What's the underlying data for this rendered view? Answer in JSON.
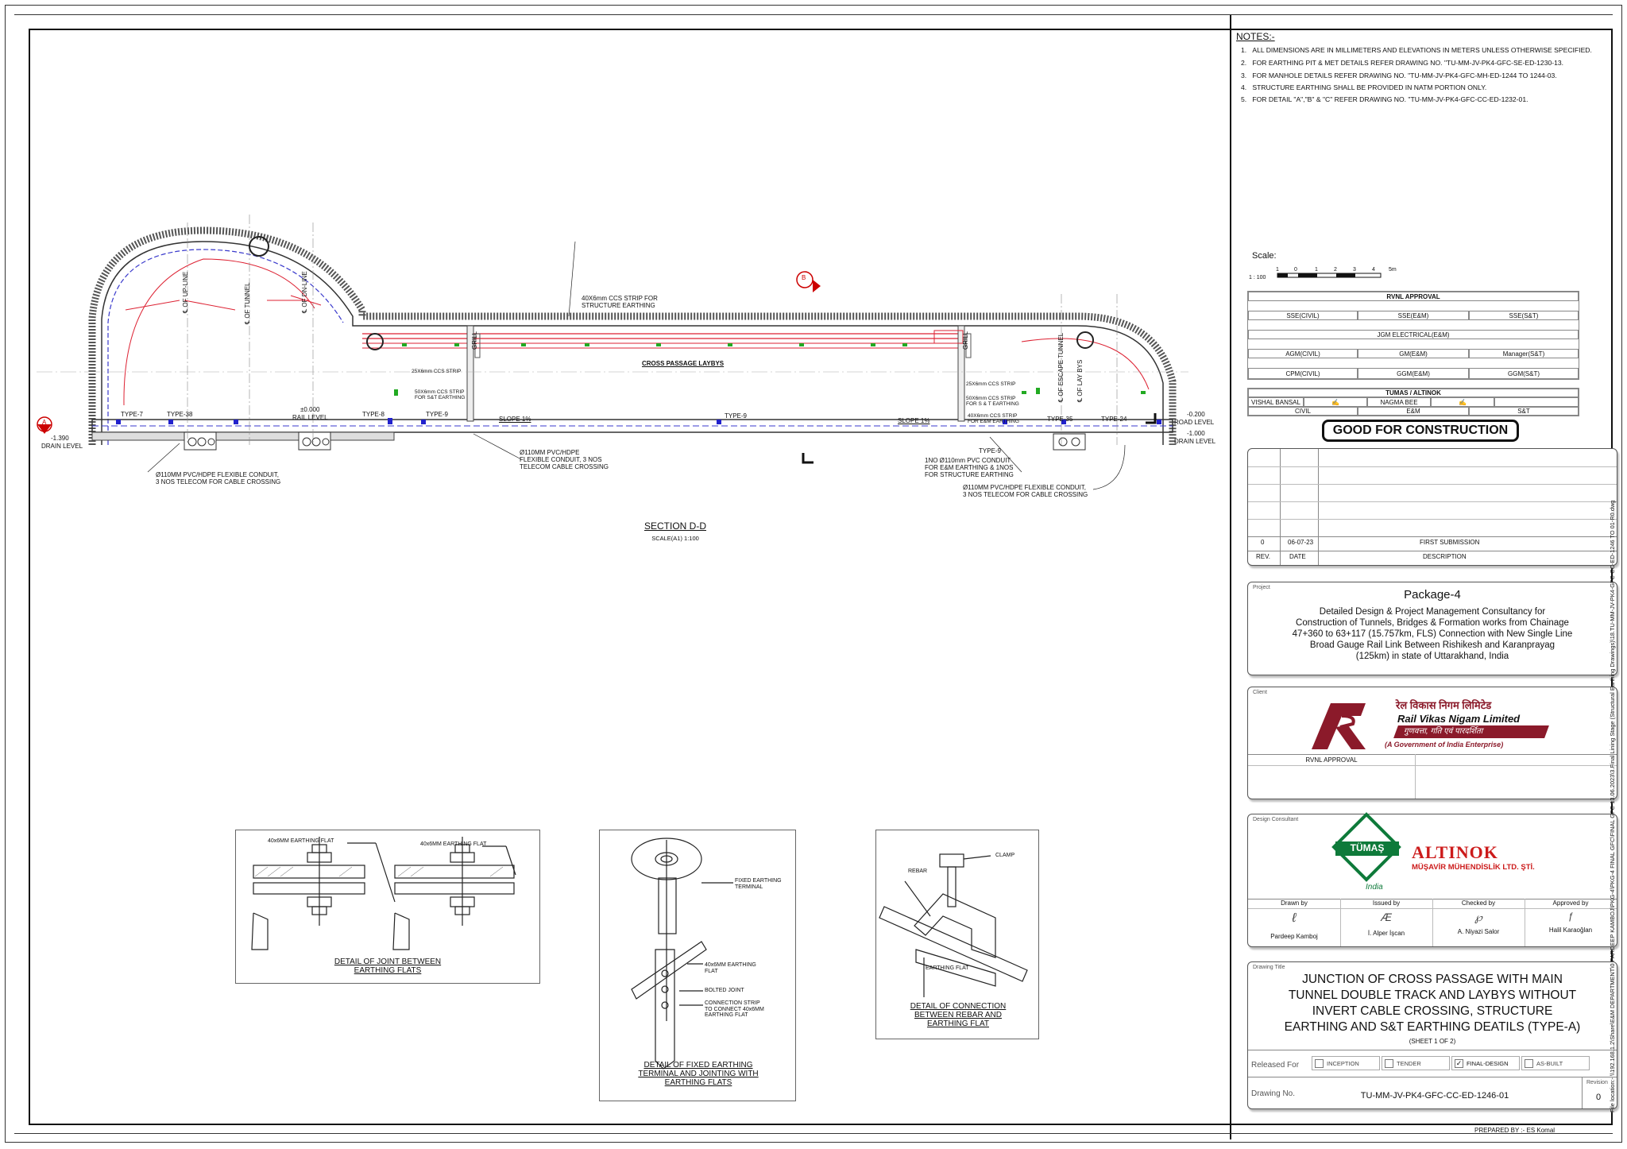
{
  "notes": {
    "heading": "NOTES:-",
    "items": [
      {
        "num": "1.",
        "text": "ALL DIMENSIONS ARE IN MILLIMETERS AND ELEVATIONS IN METERS UNLESS OTHERWISE SPECIFIED."
      },
      {
        "num": "2.",
        "text": "FOR EARTHING PIT & MET DETAILS REFER DRAWING NO. \"TU-MM-JV-PK4-GFC-SE-ED-1230-13."
      },
      {
        "num": "3.",
        "text": "FOR MANHOLE DETAILS REFER DRAWING NO. \"TU-MM-JV-PK4-GFC-MH-ED-1244 TO 1244-03."
      },
      {
        "num": "4.",
        "text": "STRUCTURE EARTHING SHALL BE PROVIDED IN NATM PORTION ONLY."
      },
      {
        "num": "5.",
        "text": "FOR DETAIL \"A\",\"B\" & \"C\" REFER DRAWING NO. \"TU-MM-JV-PK4-GFC-CC-ED-1232-01."
      }
    ]
  },
  "scale_bar": {
    "heading": "Scale:",
    "ratio": "1 : 100",
    "ticks": [
      "1",
      "0",
      "1",
      "2",
      "3",
      "4",
      "5m"
    ]
  },
  "rvnl_approval": {
    "heading": "RVNL APPROVAL",
    "row1": [
      "SSE(CIVIL)",
      "SSE(E&M)",
      "SSE(S&T)"
    ],
    "row2": [
      "JGM ELECTRICAL(E&M)"
    ],
    "row3": [
      "AGM(CIVIL)",
      "GM(E&M)",
      "Manager(S&T)"
    ],
    "row4": [
      "CPM(CIVIL)",
      "GGM(E&M)",
      "GGM(S&T)"
    ]
  },
  "tumas_altinok": {
    "heading": "TUMAS / ALTINOK",
    "names": [
      "VISHAL BANSAL",
      "NAGMA BEE"
    ],
    "disciplines": [
      "CIVIL",
      "E&M",
      "S&T"
    ]
  },
  "stamp": "GOOD FOR CONSTRUCTION",
  "revisions": {
    "row": {
      "rev": "0",
      "date": "06-07-23",
      "desc": "FIRST SUBMISSION"
    },
    "headers": {
      "rev": "REV.",
      "date": "DATE",
      "desc": "DESCRIPTION"
    }
  },
  "project": {
    "label": "Project",
    "name": "Package-4",
    "description": [
      "Detailed Design & Project Management Consultancy for",
      "Construction of Tunnels, Bridges & Formation works from Chainage",
      "47+360 to 63+117 (15.757km, FLS) Connection with New Single Line",
      "Broad Gauge Rail Link Between Rishikesh and Karanprayag",
      "(125km) in state of Uttarakhand, India"
    ]
  },
  "client": {
    "label": "Client",
    "name_hindi": "रेल विकास निगम लिमिटेड",
    "name": "Rail Vikas Nigam Limited",
    "tagline_hindi": "गुणवत्ता, गति एवं पारदर्शिता",
    "subtitle": "(A Government of India Enterprise)",
    "approval": "RVNL APPROVAL",
    "brand_color": "#8b1a2a"
  },
  "consultant": {
    "label": "Design Consultant",
    "tumas": "TÜMAŞ",
    "tumas_sub": "India",
    "altinok": "ALTINOK",
    "altinok_sub": "MÜŞAVİR MÜHENDİSLİK LTD. ŞTİ.",
    "green": "#0e7a3a",
    "red": "#cc1b1b",
    "roles": [
      {
        "role": "Drawn by",
        "name": "Pardeep Kamboj"
      },
      {
        "role": "Issued by",
        "name": "İ. Alper İşcan"
      },
      {
        "role": "Checked by",
        "name": "A. Niyazi Salor"
      },
      {
        "role": "Approved by",
        "name": "Halil Karaoğlan"
      }
    ]
  },
  "drawing_title": {
    "label": "Drawing Title",
    "lines": [
      "JUNCTION OF CROSS PASSAGE WITH  MAIN",
      "TUNNEL DOUBLE TRACK AND LAYBYS WITHOUT",
      "INVERT CABLE CROSSING, STRUCTURE",
      "EARTHING AND S&T EARTHING DEATILS (TYPE-A)"
    ],
    "sheet": "(SHEET 1 OF 2)"
  },
  "released_for": {
    "label": "Released For",
    "options": [
      {
        "name": "INCEPTION",
        "checked": ""
      },
      {
        "name": "TENDER",
        "checked": ""
      },
      {
        "name": "FINAL-DESIGN",
        "checked": "✓"
      },
      {
        "name": "AS-BUILT",
        "checked": ""
      }
    ]
  },
  "drawing_no": {
    "label": "Drawing No.",
    "value": "TU-MM-JV-PK4-GFC-CC-ED-1246-01",
    "revision_label": "Revision",
    "revision": "0"
  },
  "prepared_by": "PREPARED BY :- ES Komal",
  "file_location": "File location:- \\\\192.168.1.2\\Share\\E&M DEPARTMENT\\0 PARDEEP KAMBOJ\\PKG-4\\PKG-4 FINAL GFC\\FINAL GFC-13.06.2023\\3.Final Lining Stage (Structural Earthing Drawings)\\18.TU-MM-JV-PK4-GFC-CC-ED-1246 TO 01-R0.dwg",
  "section": {
    "title": "SECTION D-D",
    "scale": "SCALE(A1) 1:100",
    "labels": {
      "up_line": "℄ OF UP-LINE",
      "tunnel": "℄ OF TUNNEL",
      "dn_line": "℄ OF DN-LINE",
      "escape": "℄ OF ESCAPE TUNNEL",
      "lay_bys": "℄ OF LAY BYS",
      "ccs_strip_struct": [
        "40X6mm CCS STRIP FOR",
        "STRUCTURE EARTHING"
      ],
      "laybys": "CROSS PASSAGE LAYBYS",
      "ccs25_left": "25X6mm CCS STRIP",
      "ccs50_left": [
        "50X6mm CCS STRIP",
        "FOR S&T EARTHING"
      ],
      "ccs25_right": "25X6mm CCS STRIP",
      "ccs50_right": [
        "50X6mm CCS STRIP",
        "FOR S & T EARTHING"
      ],
      "ccs40_right": [
        "40X6mm CCS STRIP",
        "FOR E&M EARTHING"
      ],
      "type7": "TYPE-7",
      "type38": "TYPE-38",
      "type8": "TYPE-8",
      "type9a": "TYPE-9",
      "type9b": "TYPE-9",
      "type9c": "TYPE-9",
      "type35": "TYPE-35",
      "type24": "TYPE-24",
      "rail_elev": "±0.000",
      "rail_level": "RAIL LEVEL",
      "slope1": "SLOPE 1%",
      "slope2": "SLOPE 1%",
      "drain_left_elev": "-1.390",
      "drain_left": "DRAIN LEVEL",
      "road_elev": "-0.200",
      "road_level": "ROAD LEVEL",
      "drain_right_elev": "-1.000",
      "drain_right": "DRAIN LEVEL",
      "conduit_left": [
        "Ø110MM PVC/HDPE FLEXIBLE CONDUIT,",
        "3 NOS TELECOM FOR CABLE CROSSING"
      ],
      "conduit_mid": [
        "Ø110MM PVC/HDPE",
        "FLEXIBLE CONDUIT, 3 NOS",
        "TELECOM CABLE CROSSING"
      ],
      "conduit_right1": [
        "1NO Ø110mm PVC CONDUIT",
        "FOR E&M EARTHING & 1NOS",
        "FOR STRUCTURE EARTHING"
      ],
      "conduit_right2": [
        "Ø110MM PVC/HDPE FLEXIBLE CONDUIT,",
        "3 NOS TELECOM FOR CABLE CROSSING"
      ],
      "grill": "GRILL",
      "marker_a": "A",
      "marker_b": "B"
    }
  },
  "details": {
    "joint": {
      "label_a": "40x6MM EARTHING FLAT",
      "label_b": "40x6MM EARTHING FLAT",
      "title": [
        "DETAIL OF JOINT BETWEEN",
        "EARTHING FLATS"
      ]
    },
    "terminal": {
      "fixed": [
        "FIXED EARTHING",
        "TERMINAL"
      ],
      "flat": [
        "40x6MM EARTHING",
        "FLAT"
      ],
      "bolted": "BOLTED JOINT",
      "strip": [
        "CONNECTION STRIP",
        "TO CONNECT 40x6MM",
        "EARTHING FLAT"
      ],
      "title": [
        "DETAIL OF FIXED EARTHING",
        "TERMINAL AND JOINTING WITH",
        "EARTHING FLATS"
      ]
    },
    "rebar": {
      "rebar": "REBAR",
      "clamp": "CLAMP",
      "flat": "EARTHING FLAT",
      "title": [
        "DETAIL OF CONNECTION",
        "BETWEEN REBAR AND",
        "EARTHING FLAT"
      ]
    }
  }
}
